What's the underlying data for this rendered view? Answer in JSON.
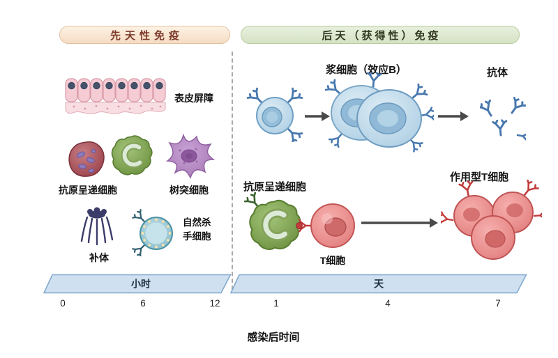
{
  "innate": {
    "header": "先天性免疫",
    "epidermis_label": "表皮屏障",
    "apc_label": "抗原呈递细胞",
    "dendritic_label": "树突细胞",
    "complement_label": "补体",
    "nk_label_line1": "自然杀",
    "nk_label_line2": "手细胞",
    "timeline_unit": "小时",
    "ticks": [
      "0",
      "6",
      "12"
    ]
  },
  "adaptive": {
    "header": "后天（获得性）免疫",
    "plasma_label": "浆细胞（效应B）",
    "antibody_label": "抗体",
    "apc_label": "抗原呈递细胞",
    "tcell_label": "T细胞",
    "effector_label": "作用型T细胞",
    "timeline_unit": "天",
    "ticks": [
      "1",
      "4",
      "7"
    ]
  },
  "footer": {
    "xaxis_title": "感染后时间"
  },
  "colors": {
    "innate_header_bg": "#f5dcc4",
    "innate_header_text": "#7d3a2b",
    "adaptive_header_bg": "#d4e3c4",
    "adaptive_header_text": "#31391f",
    "timeline_bar_fill": "#cfe0f0",
    "timeline_bar_border": "#7fa8cc",
    "antibody_blue": "#4878ae",
    "receptor_red": "#c23b3b",
    "nk_receptor_teal": "#2e5d6d",
    "divider_gray": "#a9a9a9"
  }
}
